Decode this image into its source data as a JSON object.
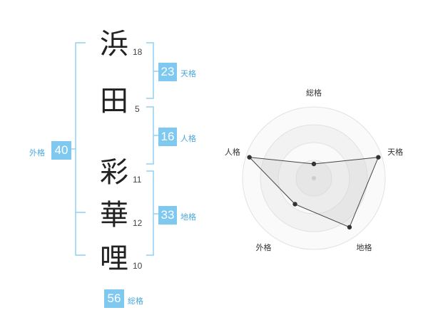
{
  "name": {
    "chars": [
      {
        "char": "浜",
        "strokes": "18"
      },
      {
        "char": "田",
        "strokes": "5"
      },
      {
        "char": "彩",
        "strokes": "11"
      },
      {
        "char": "華",
        "strokes": "12"
      },
      {
        "char": "哩",
        "strokes": "10"
      }
    ]
  },
  "fortune": {
    "tenkaku": {
      "value": "23",
      "label": "天格"
    },
    "jinkaku": {
      "value": "16",
      "label": "人格"
    },
    "chikaku": {
      "value": "33",
      "label": "地格"
    },
    "gaikaku": {
      "value": "40",
      "label": "外格"
    },
    "soukaku": {
      "value": "56",
      "label": "総格"
    }
  },
  "colors": {
    "accent": "#7fc8f0",
    "accent_text": "#4aa8de",
    "bracket": "#8fd0f5"
  },
  "chart_data": {
    "type": "radar",
    "axes": [
      "総格",
      "天格",
      "地格",
      "外格",
      "人格"
    ],
    "values": [
      0.2,
      0.95,
      0.85,
      0.45,
      0.95
    ],
    "range": [
      0,
      1
    ],
    "rings": 4
  }
}
